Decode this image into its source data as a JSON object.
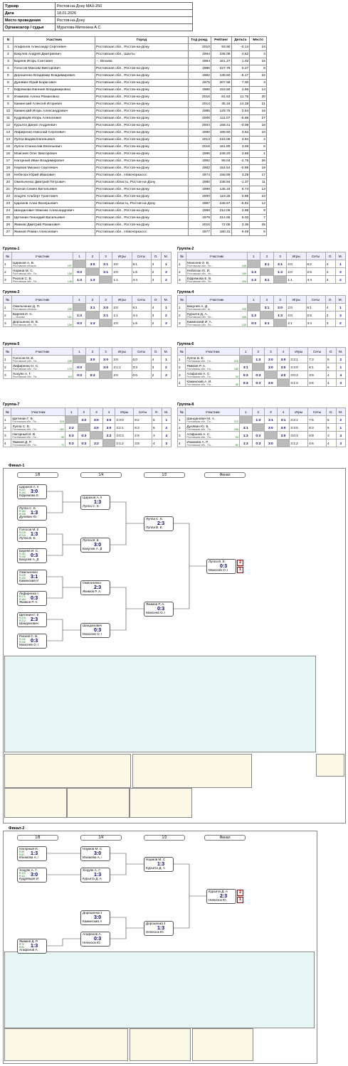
{
  "info": [
    {
      "k": "Турнир",
      "v": "Ростов-на-Дону МАХ-250"
    },
    {
      "k": "Дата",
      "v": "18.01.2026"
    },
    {
      "k": "Место проведения",
      "v": "Ростов-на-Дону"
    },
    {
      "k": "Организатор / судья",
      "v": "Муратова-Митенина А.С."
    }
  ],
  "players_header": [
    "N",
    "Участник",
    "Город",
    "Год рожд.",
    "Рейтинг",
    "Дельта",
    "Место"
  ],
  "players": [
    [
      "1",
      "Агафонов Александр Сергеевич",
      "Ростовская обл., Ростов-на-Дону",
      "2010",
      "93.90",
      "-0.14",
      "24"
    ],
    [
      "2",
      "Бакулев Андрей Дмитриевич",
      "Ростовская обл., Шахты",
      "1994",
      "235.08",
      "4.62",
      "3"
    ],
    [
      "3",
      "Бареев Игорь Сантович",
      "--, Москва",
      "1994",
      "161.27",
      "1.02",
      "15"
    ],
    [
      "4",
      "Голосов Максим Викторович",
      "Ростовская обл., Ростов-на-Дону",
      "1986",
      "227.78",
      "0.27",
      "8"
    ],
    [
      "5",
      "Дорошенко Владимир Владимирович",
      "Ростовская обл., Ростов-на-Дону",
      "1982",
      "138.50",
      "-5.17",
      "22"
    ],
    [
      "6",
      "Дунявин Юрий Борисович",
      "Ростовская обл., Ростов-на-Дону",
      "1975",
      "207.58",
      "7.00",
      "4"
    ],
    [
      "7",
      "Ефремова Евгения Владимировна",
      "Ростовская обл., Ростов-на-Дону",
      "1985",
      "153.60",
      "2.56",
      "14"
    ],
    [
      "8",
      "Изюмова Алена Романовна",
      "Ростовская обл., Ростов-на-Дону",
      "2016",
      "81.63",
      "11.75",
      "20"
    ],
    [
      "9",
      "Каминский Алексей Игоревич",
      "Ростовская обл., Ростов-на-Дону",
      "2014",
      "35.18",
      "14.28",
      "21"
    ],
    [
      "10",
      "Каминский Игорь Александрович",
      "Ростовская обл., Ростов-на-Дону",
      "1985",
      "129.76",
      "0.64",
      "16"
    ],
    [
      "11",
      "Кудрявцев Игорь Алексеевич",
      "Ростовская обл., Ростов-на-Дону",
      "2008",
      "111.07",
      "-5.86",
      "27"
    ],
    [
      "12",
      "Курьята Данил Андреевич",
      "Ростовская обл., Ростов-на-Дону",
      "2004",
      "168.41",
      "-0.08",
      "18"
    ],
    [
      "13",
      "Лифиренко Николай Сергеевич",
      "Ростовская обл., Ростов-на-Дону",
      "1990",
      "169.50",
      "3.52",
      "10"
    ],
    [
      "14",
      "Луппа Вадим Евгеньевич",
      "Ростовская обл., Ростов-на-Дону",
      "2013",
      "215.06",
      "3.94",
      "2"
    ],
    [
      "15",
      "Луппа Станислав Евгеньевич",
      "Ростовская обл., Ростов-на-Дону",
      "2016",
      "181.80",
      "3.06",
      "6"
    ],
    [
      "16",
      "Моисеев Олег Викторович",
      "Ростовская обл., Ростов-на-Дону",
      "1996",
      "245.20",
      "3.69",
      "1"
    ],
    [
      "17",
      "Нагорный Иван Владимирович",
      "Ростовская обл., Ростов-на-Дону",
      "1992",
      "99.04",
      "-2.76",
      "26"
    ],
    [
      "18",
      "Наумов Михаил Сергеевич",
      "Ростовская обл., Ростов-на-Дону",
      "1982",
      "154.54",
      "-0.95",
      "19"
    ],
    [
      "19",
      "Небесюк Юрий Иванович",
      "Ростовская обл., Новочеркасск",
      "1974",
      "158.89",
      "3.29",
      "17"
    ],
    [
      "20",
      "Омельченко Дмитрий Петрович",
      "Ростовская область, Ростов-на-Дону",
      "1980",
      "238.94",
      "-1.37",
      "11"
    ],
    [
      "21",
      "Рисков Семен Витальевич",
      "Ростовская обл., Ростов-на-Дону",
      "1996",
      "145.18",
      "5.74",
      "13"
    ],
    [
      "22",
      "Хоцуян Альберт Грантович",
      "Ростовская обл., Ростов-на-Дону",
      "2000",
      "119.25",
      "0.95",
      "23"
    ],
    [
      "23",
      "Царахов Алан Валерьевич",
      "Ростовская область, Ростов-на-Дону",
      "1987",
      "246.67",
      "-5.52",
      "12"
    ],
    [
      "24",
      "Шанданович Максим Александрович",
      "Ростовская обл., Ростов-на-Дону",
      "1989",
      "212.05",
      "2.98",
      "9"
    ],
    [
      "25",
      "Щетинин Геннадий Васильевич",
      "Ростовская обл., Ростов-на-Дону",
      "1979",
      "214.65",
      "5.03",
      "7"
    ],
    [
      "26",
      "Якимов Дмитрий Романович",
      "Ростовская обл., Ростов-на-Дону",
      "2015",
      "72.05",
      "3.39",
      "25"
    ],
    [
      "27",
      "Якимов Роман Алексеевич",
      "Ростовская обл., Новочеркасск",
      "1977",
      "180.31",
      "9.49",
      "5"
    ]
  ],
  "groups": [
    {
      "title": "Группа-1",
      "rows": [
        {
          "nm": "Царахов А. В.",
          "sub": "Ростовская область...",
          "r": "247",
          "res": [
            "",
            "3:0",
            "3:1"
          ],
          "w": "2:0",
          "sets": "6:1",
          "o": "4",
          "pl": "1"
        },
        {
          "nm": "Наумов М. С.",
          "sub": "Ростовская обл., По...",
          "r": "155",
          "res": [
            "0:3",
            "",
            "3:1"
          ],
          "w": "2:0",
          "sets": "1:6",
          "o": "2",
          "pl": "3"
        },
        {
          "nm": "Рисков С. В.",
          "sub": "Ростовская обл., По...",
          "r": "146",
          "res": [
            "1:3",
            "1:3",
            ""
          ],
          "w": "1:1",
          "sets": "4:4",
          "o": "3",
          "pl": "2"
        }
      ]
    },
    {
      "title": "Группа-2",
      "rows": [
        {
          "nm": "Моисеев О. В.",
          "sub": "Ростовская обл., По...",
          "r": "246",
          "res": [
            "",
            "3:1",
            "3:1"
          ],
          "w": "2:0",
          "sets": "6:2",
          "o": "4",
          "pl": "1"
        },
        {
          "nm": "Небесюк Ю. И.",
          "sub": "Ростовская обл., Но...",
          "r": "159",
          "res": [
            "1:3",
            "",
            "1:3"
          ],
          "w": "2:0",
          "sets": "2:6",
          "o": "2",
          "pl": "3"
        },
        {
          "nm": "Ефремова Е. В.",
          "sub": "Ростовская обл., По...",
          "r": "154",
          "res": [
            "1:3",
            "3:1",
            ""
          ],
          "w": "1:1",
          "sets": "4:4",
          "o": "3",
          "pl": "2"
        }
      ]
    },
    {
      "title": "Группа-3",
      "rows": [
        {
          "nm": "Омельченко Д. П.",
          "sub": "Ростовская область...",
          "r": "239",
          "res": [
            "",
            "3:1",
            "3:0"
          ],
          "w": "2:0",
          "sets": "6:1",
          "o": "4",
          "pl": "1"
        },
        {
          "nm": "Бареев И. С.",
          "sub": "--, Москва",
          "r": "161",
          "res": [
            "1:3",
            "",
            "3:1"
          ],
          "w": "1:1",
          "sets": "4:4",
          "o": "3",
          "pl": "2"
        },
        {
          "nm": "Дорошенко В. В.",
          "sub": "Ростовская обл., По...",
          "r": "139",
          "res": [
            "0:3",
            "1:3",
            ""
          ],
          "w": "2:0",
          "sets": "1:6",
          "o": "2",
          "pl": "3"
        }
      ]
    },
    {
      "title": "Группа-4",
      "rows": [
        {
          "nm": "Бакулев А. Д.",
          "sub": "Ростовская обл., Ш...",
          "r": "235",
          "res": [
            "",
            "3:1",
            "3:0"
          ],
          "w": "2:0",
          "sets": "6:1",
          "o": "4",
          "pl": "1"
        },
        {
          "nm": "Курьята Д. А.",
          "sub": "Ростовская обл., По...",
          "r": "168",
          "res": [
            "1:3",
            "",
            "1:3"
          ],
          "w": "2:0",
          "sets": "2:6",
          "o": "2",
          "pl": "3"
        },
        {
          "nm": "Каминский И. А.",
          "sub": "Ростовская обл., По...",
          "r": "130",
          "res": [
            "0:3",
            "3:1",
            ""
          ],
          "w": "2:1",
          "sets": "3:4",
          "o": "3",
          "pl": "2"
        }
      ]
    },
    {
      "title": "Группа-5",
      "rows": [
        {
          "nm": "Голосов М. В.",
          "sub": "Ростовская обл., По...",
          "r": "228",
          "res": [
            "",
            "3:0",
            "3:0"
          ],
          "w": "2:0",
          "sets": "6:0",
          "o": "4",
          "pl": "1"
        },
        {
          "nm": "Лифиренко Н. С.",
          "sub": "Ростовская обл., По...",
          "r": "170",
          "res": [
            "0:3",
            "",
            "3:0"
          ],
          "w": "2:1:1",
          "sets": "3:3",
          "o": "3",
          "pl": "2"
        },
        {
          "nm": "Хоцуян А. Г.",
          "sub": "Ростовская обл., По...",
          "r": "119",
          "res": [
            "0:3",
            "0:3",
            ""
          ],
          "w": "2:0",
          "sets": "0:6",
          "o": "2",
          "pl": "3"
        }
      ]
    },
    {
      "title": "Группа-6",
      "rows": [
        {
          "nm": "Луппа В. Е.",
          "sub": "Ростовская обл., По...",
          "r": "215",
          "res": [
            "",
            "1:3",
            "3:0",
            "3:0"
          ],
          "w": "3:2:1",
          "sets": "7:3",
          "o": "5",
          "pl": "2"
        },
        {
          "nm": "Якимов Р. А.",
          "sub": "Ростовская обл., Но...",
          "r": "180",
          "res": [
            "3:1",
            "",
            "3:0",
            "3:0"
          ],
          "w": "3:3:0",
          "sets": "9:1",
          "o": "6",
          "pl": "1"
        },
        {
          "nm": "Агафонов А. С.",
          "sub": "Ростовская обл., По...",
          "r": "94",
          "res": [
            "0:3",
            "0:3",
            "",
            "3:0"
          ],
          "w": "3:0:3",
          "sets": "3:9",
          "o": "4",
          "pl": "4"
        },
        {
          "nm": "Каминский А. И.",
          "sub": "Ростовская обл., По...",
          "r": "35",
          "res": [
            "0:3",
            "0:3",
            "3:0",
            ""
          ],
          "w": "3:1:2",
          "sets": "3:6",
          "o": "4",
          "pl": "3"
        }
      ]
    },
    {
      "title": "Группа-7",
      "rows": [
        {
          "nm": "Щетинин Г. В.",
          "sub": "Ростовская обл., По...",
          "r": "215",
          "res": [
            "",
            "3:2",
            "3:0",
            "3:0"
          ],
          "w": "3:3:0",
          "sets": "9:2",
          "o": "6",
          "pl": "1"
        },
        {
          "nm": "Луппа С. Е.",
          "sub": "Ростовская обл., По...",
          "r": "182",
          "res": [
            "2:3",
            "",
            "3:0",
            "3:0"
          ],
          "w": "3:2:1",
          "sets": "8:3",
          "o": "5",
          "pl": "2"
        },
        {
          "nm": "Нагорный И. В.",
          "sub": "Ростовская обл., По...",
          "r": "99",
          "res": [
            "0:3",
            "0:3",
            "",
            "2:3"
          ],
          "w": "3:0:3",
          "sets": "2:9",
          "o": "3",
          "pl": "4"
        },
        {
          "nm": "Якимов Д. Р.",
          "sub": "Ростовская обл., По...",
          "r": "72",
          "res": [
            "0:3",
            "0:3",
            "3:2",
            ""
          ],
          "w": "3:1:2",
          "sets": "3:8",
          "o": "4",
          "pl": "3"
        }
      ]
    },
    {
      "title": "Группа-8",
      "rows": [
        {
          "nm": "Шанданович М. А.",
          "sub": "Ростовская обл., По...",
          "r": "212",
          "res": [
            "",
            "1:3",
            "3:1",
            "3:1"
          ],
          "w": "3:2:1",
          "sets": "7:5",
          "o": "5",
          "pl": "2"
        },
        {
          "nm": "Дунявин Ю. Б.",
          "sub": "Ростовская обл., По...",
          "r": "208",
          "res": [
            "3:1",
            "",
            "3:0",
            "3:0"
          ],
          "w": "3:3:0",
          "sets": "9:3",
          "o": "6",
          "pl": "1"
        },
        {
          "nm": "Агафонов А. С.",
          "sub": "Ростовская обл., По...",
          "r": "94",
          "res": [
            "1:3",
            "0:3",
            "",
            "3:0"
          ],
          "w": "3:0:3",
          "sets": "0:9",
          "o": "3",
          "pl": "4"
        },
        {
          "nm": "Изюмова А. Р.",
          "sub": "Ростовская обл., По...",
          "r": "82",
          "res": [
            "1:3",
            "0:3",
            "3:0",
            ""
          ],
          "w": "3:1:2",
          "sets": "4:6",
          "o": "4",
          "pl": "3"
        }
      ]
    }
  ],
  "group_header": [
    "№",
    "Участник",
    "1",
    "2",
    "3",
    "4",
    "Игры",
    "Сеты",
    "О.",
    "М."
  ],
  "final1": {
    "title": "Финал-1",
    "rounds": [
      "1/8",
      "1/4",
      "1/2",
      "Финал"
    ],
    "r16": [
      {
        "a": "Царахов А. В.",
        "b": "Ефремова Е. В.",
        "s": "3:0",
        "ra": "R:247",
        "rb": "R:154"
      },
      {
        "a": "Луппа С. Е.",
        "b": "Дунявин Ю. Б.",
        "s": "1:3",
        "ra": "R:182",
        "rb": "R:208"
      },
      {
        "a": "Голосов М. В.",
        "b": "Луппа В. Е.",
        "s": "1:3",
        "ra": "R:228",
        "rb": "R:215"
      },
      {
        "a": "Бареев И. С.",
        "b": "Бакулев А. Д.",
        "s": "0:3",
        "ra": "R:161",
        "rb": "R:235"
      },
      {
        "a": "Омельченко Д...",
        "b": "Каминский И. А.",
        "s": "3:1",
        "ra": "R:239",
        "rb": "R:130"
      },
      {
        "a": "Лифиренко Н. С.",
        "b": "Якимов Р. А.",
        "s": "0:3",
        "ra": "R:170",
        "rb": "R:180"
      },
      {
        "a": "Щетинин Г. В.",
        "b": "Шанданович М...",
        "s": "2:3",
        "ra": "R:215",
        "rb": "R:212"
      },
      {
        "a": "Рисков С. В.",
        "b": "Моисеев О. В.",
        "s": "0:3",
        "ra": "R:146",
        "rb": "R:246"
      }
    ],
    "qf": [
      {
        "a": "Царахов А. В.",
        "b": "Луппа С. Е.",
        "s": "1:3"
      },
      {
        "a": "Луппа В. Е.",
        "b": "Бакулев А. Д.",
        "s": "3:0"
      },
      {
        "a": "Омельченко Д...",
        "b": "Якимов Р. А.",
        "s": "2:3"
      },
      {
        "a": "Шанданович М...",
        "b": "Моисеев О. В.",
        "s": "0:3"
      }
    ],
    "sf": [
      {
        "a": "Луппа С. Е.",
        "b": "Луппа В. Е.",
        "s": "2:3"
      },
      {
        "a": "Якимов Р. А.",
        "b": "Моисеев О. В.",
        "s": "0:3"
      }
    ],
    "f": {
      "a": "Луппа В. Е.",
      "b": "Моисеев О. В.",
      "s": "0:3",
      "p1": "2",
      "p2": "1"
    }
  },
  "final2": {
    "title": "Финал-2",
    "rounds": [
      "1/8",
      "1/4",
      "1/2",
      "Финал"
    ],
    "r16": [
      {
        "a": "Нагорный И. В.",
        "b": "Изюмова А. Р.",
        "s": "1:3",
        "ra": "R:99",
        "rb": "R:82"
      },
      {
        "a": "Хоцуян А. Г.",
        "b": "Кудрявцев И. А.",
        "s": "3:0",
        "ra": "R:119",
        "rb": "R:111"
      },
      {
        "a": "Якимов Д. Р.",
        "b": "Агафонов А. С.",
        "s": "1:3",
        "ra": "R:72",
        "rb": "R:94"
      }
    ],
    "qf": [
      {
        "a": "Наумов М. С.",
        "b": "Изюмова А. Р.",
        "s": "3:0"
      },
      {
        "a": "Хоцуян А. Г.",
        "b": "Курьята Д. А.",
        "s": "1:3"
      },
      {
        "a": "Дорошенко В. В.",
        "b": "Каминский А. И.",
        "s": "3:0"
      },
      {
        "a": "Агафонов А. С.",
        "b": "Небесюк Ю. И.",
        "s": "0:3"
      }
    ],
    "sf": [
      {
        "a": "Наумов М. С.",
        "b": "Курьята Д. А.",
        "s": "1:3"
      },
      {
        "a": "Дорошенко В. В.",
        "b": "Небесюк Ю. И.",
        "s": "1:3"
      }
    ],
    "f": {
      "a": "Курьята Д. А.",
      "b": "Небесюк Ю. И.",
      "s": "2:3",
      "p1": "2",
      "p2": "1"
    }
  }
}
